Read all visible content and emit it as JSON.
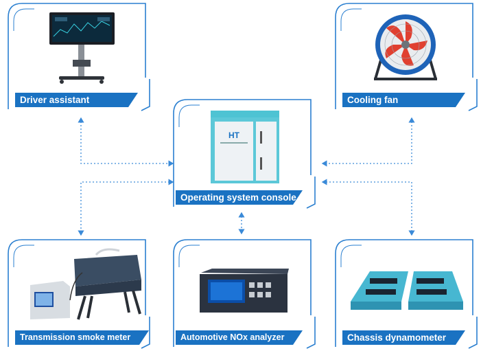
{
  "colors": {
    "frame": "#2a7fd0",
    "label_bg": "#1a72c2",
    "connector": "#3a8ad8"
  },
  "nodes": {
    "driver_assistant": {
      "label": "Driver assistant",
      "icon": "monitor-on-stand-icon"
    },
    "cooling_fan": {
      "label": "Cooling fan",
      "icon": "fan-icon"
    },
    "console": {
      "label": "Operating system console",
      "icon": "console-cabinet-icon",
      "logo_text": "HT"
    },
    "smoke_meter": {
      "label": "Transmission smoke meter",
      "icon": "smoke-meter-icon"
    },
    "nox_analyzer": {
      "label": "Automotive NOx analyzer",
      "icon": "nox-analyzer-icon"
    },
    "dynamometer": {
      "label": "Chassis dynamometer",
      "icon": "chassis-dynamometer-icon"
    }
  }
}
